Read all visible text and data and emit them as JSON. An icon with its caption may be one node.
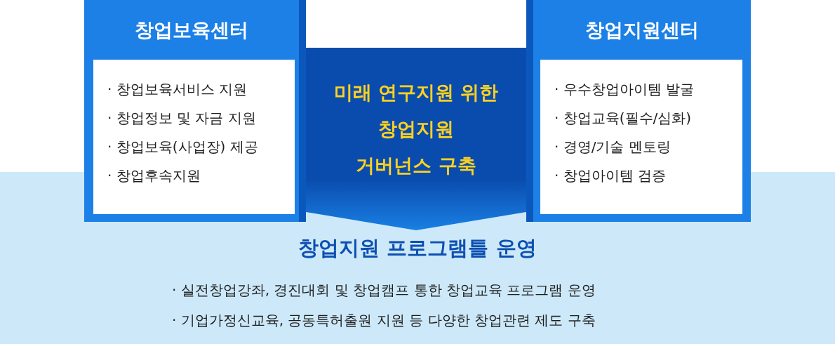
{
  "diagram": {
    "nodes": [
      {
        "text": [
          "창업보육센터"
        ]
      },
      {
        "text": [
          "· 창업보육서비스 지원",
          "· 창업정보 및 자금 지원",
          "· 창업보육(사업장) 제공",
          "· 창업후속지원"
        ],
        "in": 0
      },
      {
        "text": [
          "미래 연구지원 위한 창업지원 거버넌스 구축"
        ]
      },
      {
        "text": [
          "창업지원센터"
        ]
      },
      {
        "text": [
          "· 우수창업아이템 발굴",
          "· 창업교육(필수/심화)",
          "· 경영/기술 멘토링",
          "· 창업아이템 검증"
        ],
        "in": 3
      },
      {
        "text": [
          "창업지원 프로그램틀 운영",
          "· 실전창업강좌, 경진대회 및 창업캠프 통한 창업교육 프로그램 운영",
          "· 기업가정신교육, 공동특허출원 지원 등 다양한 창업관련 제도 구축"
        ]
      }
    ]
  }
}
